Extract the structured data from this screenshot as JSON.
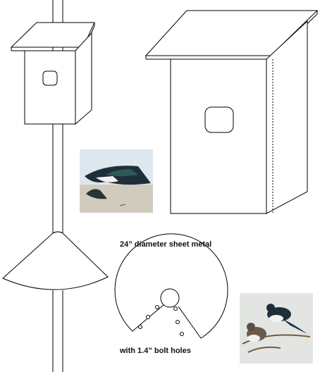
{
  "labels": {
    "sheet_metal": "24” diameter sheet metal",
    "bolt_holes": "with 1.4” bolt holes"
  },
  "colors": {
    "stroke": "#000000",
    "background": "#ffffff",
    "painting_sky": "#dfe7ee",
    "painting_ground": "#cbbfa8",
    "bird_dark": "#1f2f3a",
    "bird_teal": "#2e5a5a",
    "bird_belly": "#f2f2f0",
    "bird_wing_brown": "#6b5a48",
    "branch": "#7a5a38"
  },
  "illustrations": [
    "tree-swallow-flight-painting",
    "tree-swallows-perched-painting"
  ]
}
